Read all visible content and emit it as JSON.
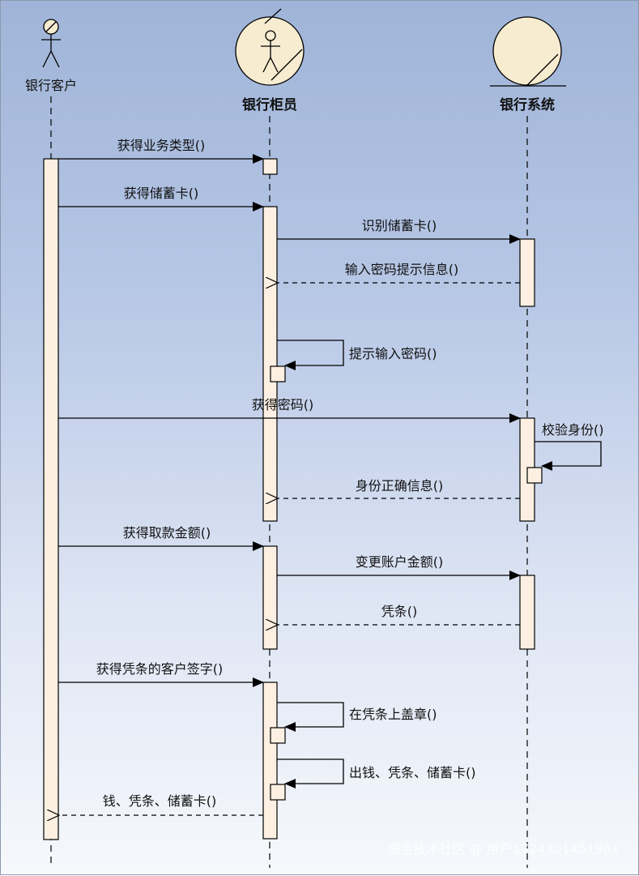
{
  "participants": {
    "customer": "银行客户",
    "teller": "银行柜员",
    "system": "银行系统"
  },
  "messages": {
    "m1": "获得业务类型()",
    "m2": "获得储蓄卡()",
    "m3": "识别储蓄卡()",
    "m4": "输入密码提示信息()",
    "m5": "提示输入密码()",
    "m6": "获得密码()",
    "m7": "校验身份()",
    "m8": "身份正确信息()",
    "m9": "获得取款金额()",
    "m10": "变更账户金额()",
    "m11": "凭条()",
    "m12": "获得凭条的客户签字()",
    "m13": "在凭条上盖章()",
    "m14": "出钱、凭条、储蓄卡()",
    "m15": "钱、凭条、储蓄卡()"
  },
  "watermark": "掘金技术社区 @ 用户1724301451961",
  "colors": {
    "activation_fill": "#fdf0e2",
    "symbol_fill": "#f7ecd0",
    "line": "#000000"
  }
}
